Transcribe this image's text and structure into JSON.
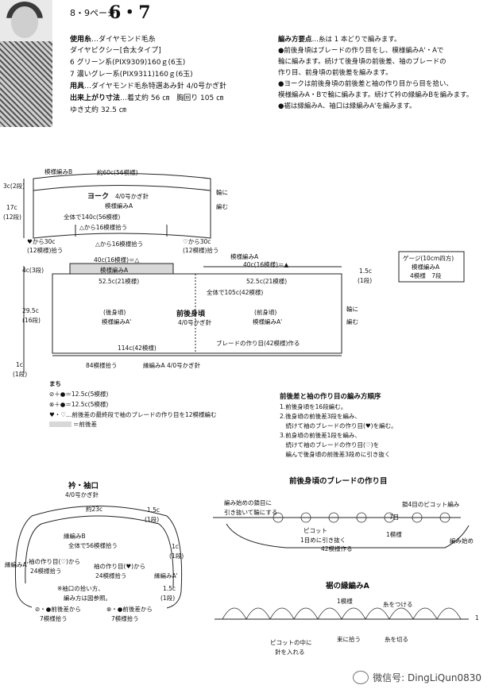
{
  "header": {
    "pages": "8・9ページ",
    "pattern_no": "6・7"
  },
  "materials": {
    "yarn_label": "使用糸",
    "yarn_brand": "…ダイヤモンド毛糸",
    "yarn_name": "ダイヤピクシー[合太タイプ]",
    "color6": "6 グリーン系(PIX9309)160ｇ(6玉)",
    "color7": "7 濃いグレー系(PIX9311)160ｇ(6玉)",
    "tools_label": "用具",
    "tools": "…ダイヤモンド毛糸特選あみ針 4/0号かぎ針",
    "size_label": "出来上がり寸法",
    "size": "…着丈約 56 ㎝　胸回り 105 ㎝",
    "sleeve": "ゆき丈約 32.5 ㎝"
  },
  "points": {
    "title": "編み方要点",
    "title_suffix": "…糸は 1 本どりで編みます。",
    "lines": [
      "●前後身頃はブレードの作り目をし、模様編みA'・Aで",
      "輪に編みます。続けて後身頃の前後差、袖のブレードの",
      "作り目、前身頃の前後差を編みます。",
      "●ヨークは前後身頃の前後差と袖の作り目から目を拾い、",
      "模様編みA・Bで輪に編みます。続けて衿の縁編みBを編みます。",
      "●裾は縁編みA、袖口は縁編みA'を編みます。"
    ]
  },
  "body_diagram": {
    "pattern_b": "模様編みB",
    "approx_60c": "約60c(56模様)",
    "dim_3c": "3c(2段)",
    "dim_17c": "17c",
    "dim_12rows": "(12段)",
    "yoke": "ヨーク",
    "yoke_hook": "4/0号かぎ針",
    "yoke_pattern": "模様編みA",
    "round1": "輪に",
    "round2": "編む",
    "total_140": "全体で140c(56模様)",
    "pick16_top": "△から16模様拾う",
    "from_heart": "♥から30c",
    "heart_rows": "(12模様)拾う",
    "pick16_mid": "△から16模様拾う",
    "from_heart2": "♡から30c",
    "heart_rows2": "(12模様)拾う",
    "pattern_a_right": "模様編みA",
    "c40_left": "40c(16模様)＝△",
    "c40_right": "40c(16模様)＝▲",
    "pattern_a_mid": "模様編みA",
    "dim_4c": "4c(3段)",
    "dim_1_5c": "1.5c",
    "dim_1row": "(1段)",
    "c52_left": "52.5c(21模様)",
    "c52_right": "52.5c(21模様)",
    "total_105": "全体で105c(42模様)",
    "gauge_title": "ゲージ(10cm四方)",
    "gauge_pattern": "模様編みA",
    "gauge_value": "4模様　7段",
    "back": "(後身頃)",
    "back_pattern": "模様編みA'",
    "front_back": "前後身頃",
    "fb_hook": "4/0号かぎ針",
    "front": "(前身頃)",
    "front_pattern": "模様編みA'",
    "dim_29c": "29.5c",
    "dim_16rows": "(16段)",
    "c114": "114c(42模様)",
    "braid": "ブレードの作り目(42模様)作る",
    "dim_1c": "1c",
    "dim_1row_b": "(1段)",
    "pick84": "84模様拾う",
    "edge_a": "縁編みA  4/0号かぎ針",
    "round3": "輪に",
    "round4": "編む"
  },
  "notes": {
    "title": "まち",
    "lines": [
      "⊘＋●＝12.5c(5模様)",
      "⊗＋●＝12.5c(5模様)",
      "♥・♡…前後差の最終段で袖のブレードの作り目を12模様編む",
      "＝前後差"
    ]
  },
  "order": {
    "title": "前後差と袖の作り目の編み方順序",
    "lines": [
      "1.前後身頃を16段編む。",
      "2.後身頃の前後差3段を編み、",
      "　続けて袖のブレードの作り目(♥)を編む。",
      "3.前身頃の前後差1段を編み、",
      "　続けて袖のブレードの作り目(♡)を",
      "　編んで後身頃の前後差3段めに引き抜く"
    ]
  },
  "collar": {
    "title": "衿・袖口",
    "hook": "4/0号かぎ針",
    "approx_23": "約23c",
    "dim_1_5c": "1.5c",
    "dim_1row": "(1段)",
    "edge_b": "縁編みB",
    "pick56": "全体で56模様拾う",
    "dim_1c": "1c",
    "dim_1row2": "(1段)",
    "edge_a1": "縁編みA'",
    "sleeve_heart_o": "袖の作り目(♡)から",
    "pick24_a": "24模様拾う",
    "sleeve_heart": "袖の作り目(♥)から",
    "pick24_b": "24模様拾う",
    "edge_a2": "縁編みA'",
    "dim_1_5c_b": "1.5c",
    "dim_1row3": "(1段)",
    "note1": "※袖口の拾い方、",
    "note2": "編み方は図参照。",
    "from_a": "⊘・●前後差から",
    "pick7_a": "7模様拾う",
    "from_b": "⊗・●前後差から",
    "pick7_b": "7模様拾う"
  },
  "braid": {
    "title": "前後身頃のブレードの作り目",
    "start1": "編み始めの鎖目に",
    "start2": "引き抜いて輪にする",
    "picot_chain": "鎖4目のピコット編み",
    "seven": "7目",
    "picot": "ピコット",
    "pull1": "1目めに引き抜く",
    "one_pattern": "1模様",
    "start": "編み始め",
    "make42": "42模様作る"
  },
  "hem": {
    "title": "裾の縁編みA",
    "one_pattern": "1模様",
    "attach": "糸をつける",
    "row1": "1",
    "into_picot1": "ピコットの中に",
    "into_picot2": "針を入れる",
    "bundle": "束に拾う",
    "cut": "糸を切る"
  },
  "watermark": "微信号: DingLiQun0830"
}
